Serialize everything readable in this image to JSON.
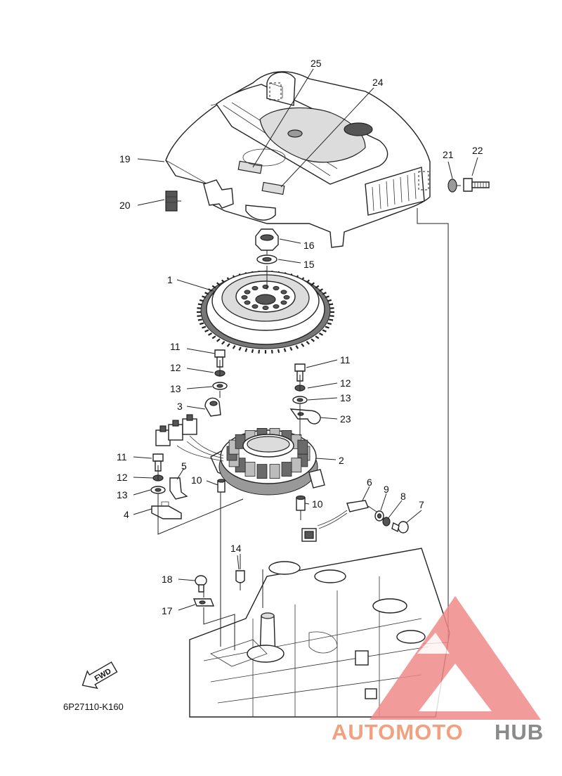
{
  "diagram_code": "6P27110-K160",
  "fwd_arrow_label": "FWD",
  "watermark": {
    "brand_a": "AUTOMOTO",
    "brand_b": "HUB",
    "color_a": "#f2a07f",
    "color_b": "#8a8a8a",
    "triangle_color": "#f08a8a"
  },
  "callouts": {
    "c1": "1",
    "c2": "2",
    "c3": "3",
    "c4": "4",
    "c5": "5",
    "c6": "6",
    "c7": "7",
    "c8": "8",
    "c9": "9",
    "c10a": "10",
    "c10b": "10",
    "c11a": "11",
    "c11b": "11",
    "c11c": "11",
    "c12a": "12",
    "c12b": "12",
    "c12c": "12",
    "c13a": "13",
    "c13b": "13",
    "c13c": "13",
    "c14": "14",
    "c15": "15",
    "c16": "16",
    "c17": "17",
    "c18": "18",
    "c19": "19",
    "c20": "20",
    "c21": "21",
    "c22": "22",
    "c23": "23",
    "c24": "24",
    "c25": "25"
  }
}
